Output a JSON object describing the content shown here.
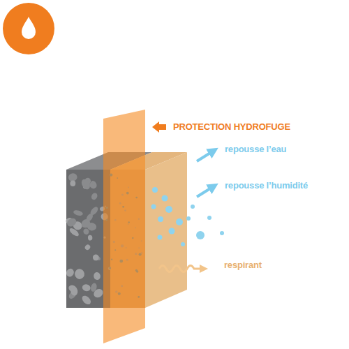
{
  "diagram": {
    "labels": [
      "PROTECTION HYDROFUGE",
      "repousse l’eau",
      "repousse l’humidité",
      "respirant"
    ]
  }
}
